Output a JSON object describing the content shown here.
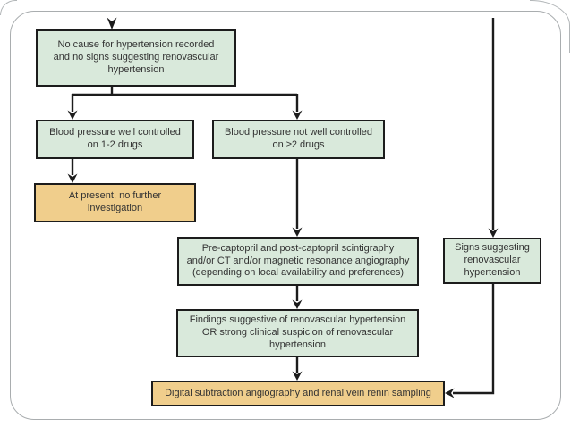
{
  "slide": {
    "background": "#ffffff",
    "frame_color": "#a9adaf"
  },
  "colors": {
    "node_green": "#d9e9db",
    "node_orange": "#f0ce8c",
    "node_border": "#1c1c1c",
    "connector_line": "#1c1c1c",
    "text": "#333333"
  },
  "flowchart": {
    "nodes": [
      {
        "id": "no-cause",
        "fill": "green",
        "text": "No cause for hypertension recorded\nand no signs suggesting renovascular\nhypertension"
      },
      {
        "id": "bp-well-controlled",
        "fill": "green",
        "text": "Blood pressure well controlled\non 1-2 drugs"
      },
      {
        "id": "bp-not-well-controlled",
        "fill": "green",
        "text": "Blood pressure not well controlled\non ≥2 drugs"
      },
      {
        "id": "no-further-investigation",
        "fill": "orange",
        "text": "At present, no further\ninvestigation"
      },
      {
        "id": "scintigraphy-imaging",
        "fill": "green",
        "text": "Pre-captopril and post-captopril scintigraphy\nand/or CT and/or magnetic resonance angiography\n(depending on local availability and preferences)"
      },
      {
        "id": "findings-suggestive",
        "fill": "green",
        "text": "Findings suggestive of renovascular hypertension\nOR strong clinical suspicion of renovascular\nhypertension"
      },
      {
        "id": "digital-subtraction-angiography",
        "fill": "orange",
        "text": "Digital subtraction angiography and renal vein renin sampling"
      },
      {
        "id": "signs-suggesting",
        "fill": "green",
        "text": "Signs suggesting\nrenovascular\nhypertension"
      }
    ]
  }
}
